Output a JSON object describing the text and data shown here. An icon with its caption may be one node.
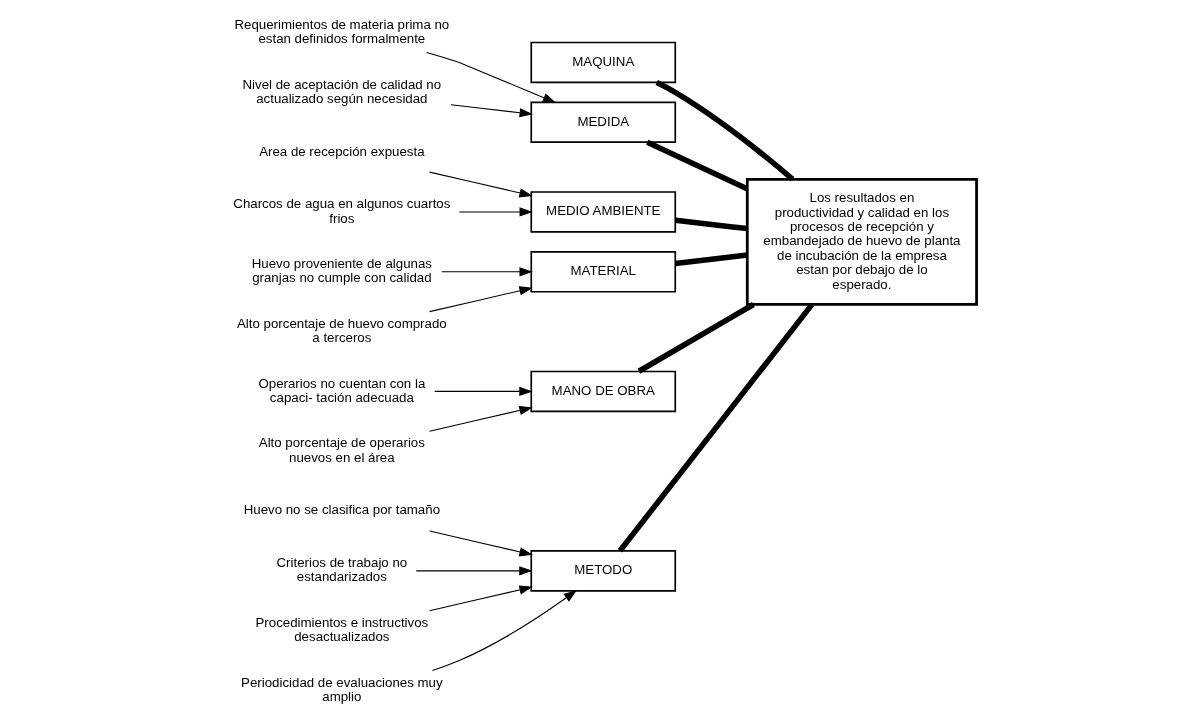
{
  "diagram": {
    "nodes": [
      {
        "text": [
          "METODO"
        ]
      },
      {
        "text": [
          "MAQUINA"
        ]
      },
      {
        "text": [
          "MEDIDA"
        ]
      },
      {
        "text": [
          "Huevo no se clasifica por tamaño"
        ]
      },
      {
        "text": [
          "Criterios de trabajo no estandarizados"
        ]
      },
      {
        "text": [
          "Requerimientos de materia prima no estan definidos formalmente"
        ]
      },
      {
        "text": [
          "Procedimientos e instructivos desactualizados"
        ]
      },
      {
        "text": [
          "Periodicidad de evaluaciones muy amplio"
        ]
      },
      {
        "text": [
          "Nivel de aceptación de calidad no actualizado según necesidad"
        ]
      },
      {
        "text": [
          "Los resultados en productividad y calidad en los procesos de recepción y embandejado de huevo de planta de incubación de la empresa estan por debajo de lo esperado."
        ]
      },
      {
        "text": [
          "Area de recepción expuesta"
        ]
      },
      {
        "text": [
          "Huevo proveniente de algunas granjas no cumple con calidad"
        ]
      },
      {
        "text": [
          "Operarios no cuentan con la capaci- tación adecuada"
        ]
      },
      {
        "text": [
          "Charcos de agua en algunos cuartos frios"
        ]
      },
      {
        "text": [
          "Alto porcentaje de huevo comprado a terceros"
        ]
      },
      {
        "text": [
          "Alto porcentaje de operarios nuevos en el área"
        ]
      },
      {
        "text": [
          "MEDIO AMBIENTE"
        ]
      },
      {
        "text": [
          "MATERIAL"
        ]
      },
      {
        "text": [
          "MANO DE OBRA"
        ]
      }
    ],
    "edges": [
      {
        "from": 3,
        "to": 0,
        "arrow": "to"
      },
      {
        "from": 4,
        "to": 0,
        "arrow": "to"
      },
      {
        "from": 5,
        "to": 2,
        "arrow": "to"
      },
      {
        "from": 6,
        "to": 0,
        "arrow": "to"
      },
      {
        "from": 7,
        "to": 0,
        "arrow": "to"
      },
      {
        "from": 8,
        "to": 2,
        "arrow": "to"
      },
      {
        "from": 10,
        "to": 16,
        "arrow": "to"
      },
      {
        "from": 11,
        "to": 17,
        "arrow": "to"
      },
      {
        "from": 12,
        "to": 18,
        "arrow": "to"
      },
      {
        "from": 13,
        "to": 16,
        "arrow": "to"
      },
      {
        "from": 14,
        "to": 17,
        "arrow": "to"
      },
      {
        "from": 15,
        "to": 18,
        "arrow": "to"
      },
      {
        "from": 0,
        "to": 9,
        "arrow": "none",
        "style": "thick"
      },
      {
        "from": 1,
        "to": 9,
        "arrow": "none",
        "style": "thick"
      },
      {
        "from": 2,
        "to": 9,
        "arrow": "none",
        "style": "thick"
      },
      {
        "from": 16,
        "to": 9,
        "arrow": "none",
        "style": "thick"
      },
      {
        "from": 17,
        "to": 9,
        "arrow": "none",
        "style": "thick"
      },
      {
        "from": 18,
        "to": 9,
        "arrow": "none",
        "style": "thick"
      }
    ]
  }
}
